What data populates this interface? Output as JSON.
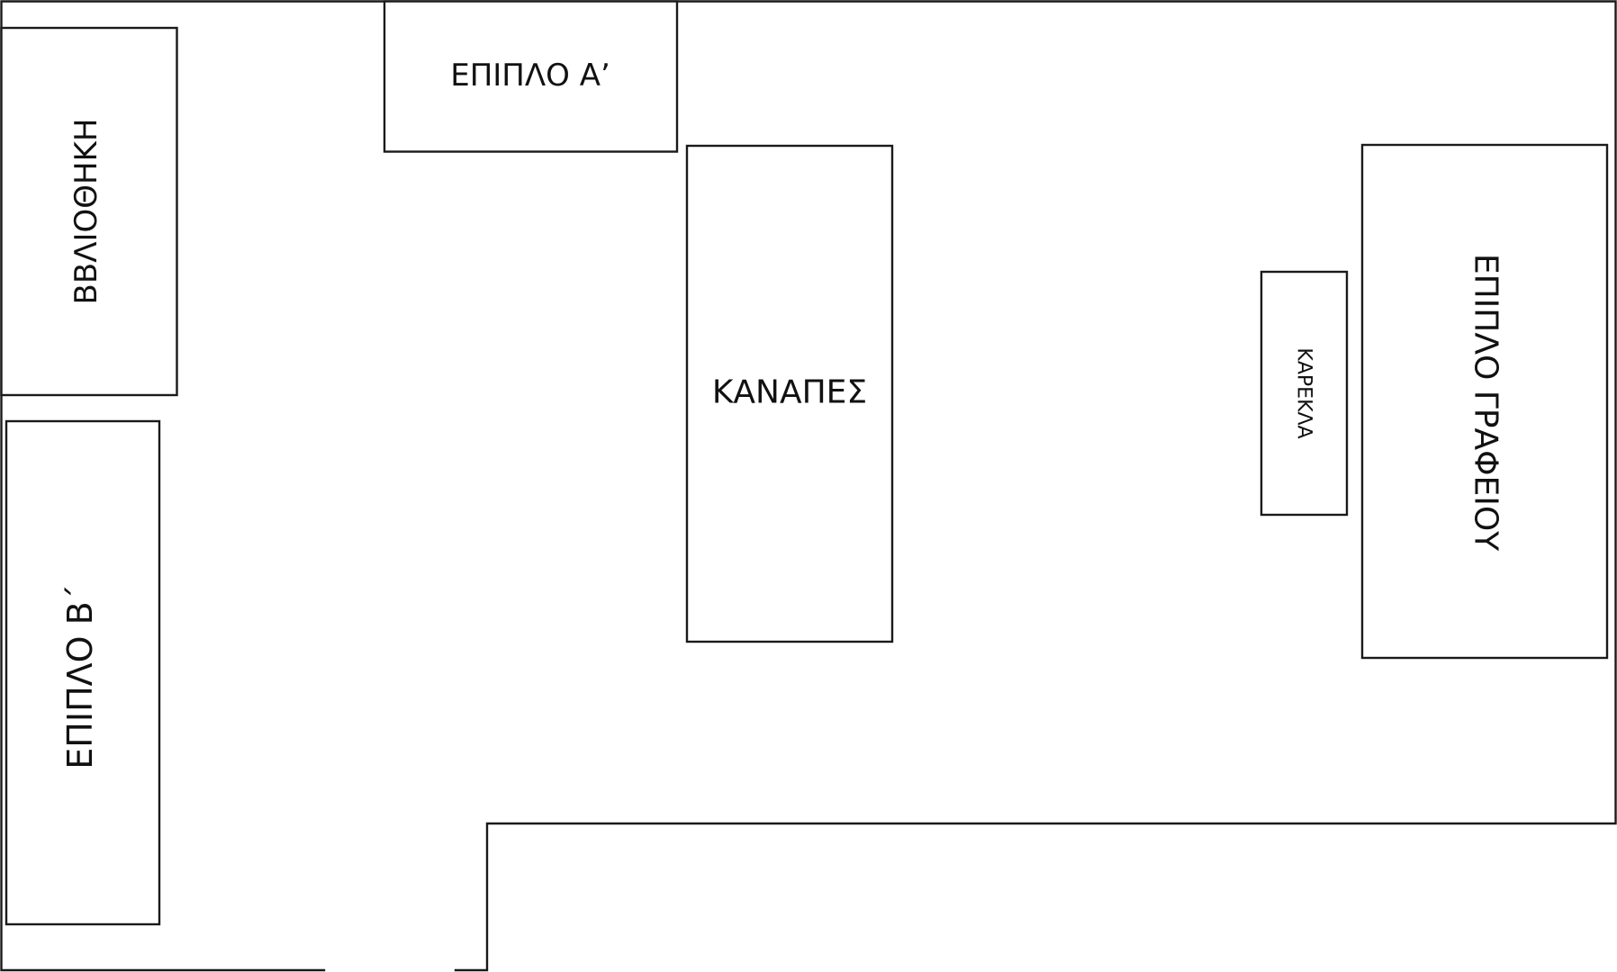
{
  "furniture": {
    "bookcase": {
      "label": "ΒΒΛΙΟΘΗΚΗ"
    },
    "furniture_a": {
      "label": "ΕΠΙΠΛΟ Α’"
    },
    "furniture_b": {
      "label": "ΕΠΙΠΛΟ  Β΄"
    },
    "sofa": {
      "label": "ΚΑΝΑΠΕΣ"
    },
    "chair": {
      "label": "ΚΑΡΕΚΛΑ"
    },
    "office_furniture": {
      "label": "ΕΠΙΠΛΟ ΓΡΑΦΕΙΟΥ"
    }
  },
  "colors": {
    "line": "#1a1a1a",
    "background": "#ffffff"
  }
}
